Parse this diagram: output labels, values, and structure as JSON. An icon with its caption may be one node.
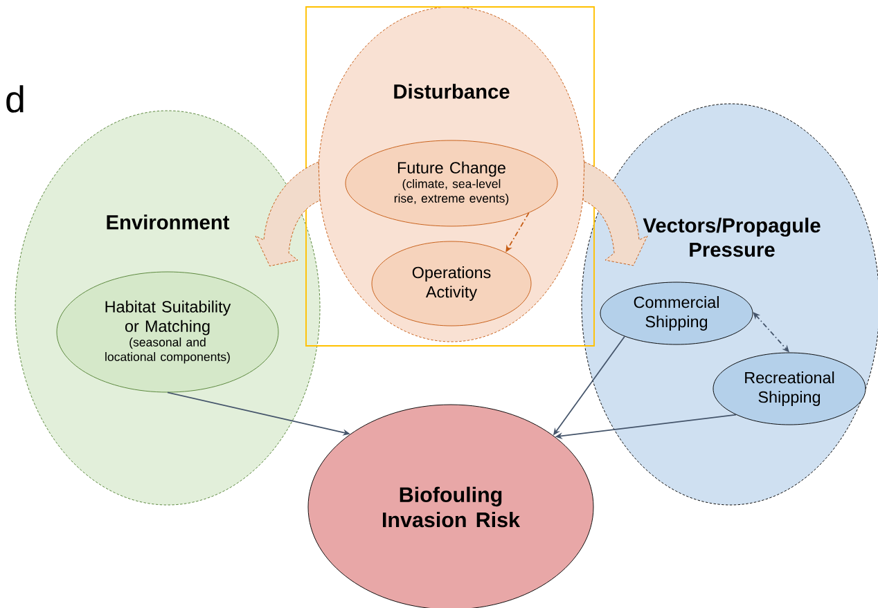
{
  "diagram": {
    "nodes": [
      {
        "text": [
          "Disturbance"
        ]
      },
      {
        "text": [
          "Future Change",
          "(climate, sea-level rise, extreme events)"
        ],
        "in": 0
      },
      {
        "text": [
          "Operations Activity"
        ],
        "in": 0
      },
      {
        "text": [
          "Environment"
        ]
      },
      {
        "text": [
          "Habitat Suitability or Matching",
          "(seasonal and locational components)"
        ],
        "in": 3
      },
      {
        "text": [
          "Vectors/Propagule Pressure"
        ]
      },
      {
        "text": [
          "Commercial Shipping"
        ],
        "in": 5
      },
      {
        "text": [
          "Recreational Shipping"
        ],
        "in": 5
      },
      {
        "text": [
          "Biofouling Invasion Risk"
        ]
      }
    ],
    "edges": [
      {
        "from": 0,
        "to": 3,
        "arrow": "to",
        "style": "dashed",
        "color": "#c55a11"
      },
      {
        "from": 0,
        "to": 5,
        "arrow": "to",
        "style": "dashed",
        "color": "#c55a11"
      },
      {
        "from": 1,
        "to": 2,
        "arrow": "to",
        "style": "dashed",
        "color": "#c55a11"
      },
      {
        "from": 6,
        "to": 7,
        "arrow": "both",
        "style": "dashed"
      },
      {
        "from": 4,
        "to": 8,
        "arrow": "to"
      },
      {
        "from": 6,
        "to": 8,
        "arrow": "to"
      },
      {
        "from": 7,
        "to": 8,
        "arrow": "to"
      }
    ],
    "labels": [
      "d"
    ]
  }
}
